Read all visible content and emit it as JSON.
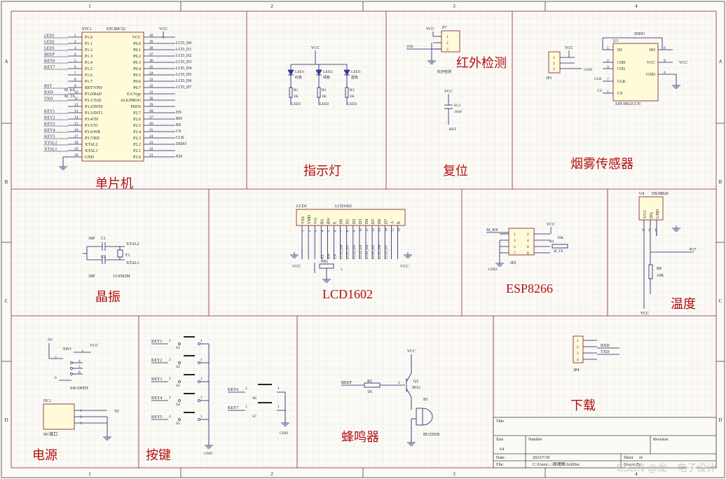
{
  "rulers": {
    "top": [
      "1",
      "2",
      "3",
      "4"
    ],
    "side": [
      "A",
      "B",
      "C",
      "D"
    ]
  },
  "sections": {
    "mcu": "单片机",
    "indicator": "指示灯",
    "reset": "复位",
    "ir": "红外检测",
    "smoke": "烟雾传感器",
    "crystal": "晶振",
    "lcd": "LCD1602",
    "esp": "ESP8266",
    "temp": "温度",
    "power": "电源",
    "keys": "按键",
    "buzzer": "蜂鸣器",
    "download": "下载"
  },
  "mcu": {
    "ref": "STC1",
    "part": "STC89C52",
    "vcc_label": "VCC",
    "left_pins": [
      {
        "num": "1",
        "name": "P1.0",
        "net": "LED1"
      },
      {
        "num": "2",
        "name": "P1.1",
        "net": "LED2"
      },
      {
        "num": "3",
        "name": "P1.2",
        "net": "LED3"
      },
      {
        "num": "4",
        "name": "P1.3",
        "net": "BEEP"
      },
      {
        "num": "5",
        "name": "P1.4",
        "net": "KEY6"
      },
      {
        "num": "6",
        "name": "P1.5",
        "net": "KEY7"
      },
      {
        "num": "7",
        "name": "P1.6",
        "net": ""
      },
      {
        "num": "8",
        "name": "P1.7",
        "net": ""
      },
      {
        "num": "9",
        "name": "RST/VPD",
        "net": "RST"
      },
      {
        "num": "10",
        "name": "P3.0/RxD",
        "net": "RXD"
      },
      {
        "num": "11",
        "name": "P3.1/TxD",
        "net": "TXD"
      },
      {
        "num": "12",
        "name": "P3.2/INT0",
        "net": ""
      },
      {
        "num": "13",
        "name": "P3.3/INT1",
        "net": "KEY1"
      },
      {
        "num": "14",
        "name": "P3.4/T0",
        "net": "KEY2"
      },
      {
        "num": "15",
        "name": "P3.5/T1",
        "net": "KEY3"
      },
      {
        "num": "16",
        "name": "P3.6/WR",
        "net": "KEY4"
      },
      {
        "num": "17",
        "name": "P3.7/RD",
        "net": "KEY5"
      },
      {
        "num": "18",
        "name": "XTAL2",
        "net": "XTAL2"
      },
      {
        "num": "19",
        "name": "XTAL1",
        "net": "XTAL1"
      },
      {
        "num": "20",
        "name": "GND",
        "net": ""
      }
    ],
    "mid_labels": [
      {
        "text": "M_RX"
      },
      {
        "text": "M_TX"
      }
    ],
    "right_pins": [
      {
        "num": "40",
        "name": "VCC",
        "net": ""
      },
      {
        "num": "39",
        "name": "P0.0",
        "net": "LCD_D0"
      },
      {
        "num": "38",
        "name": "P0.1",
        "net": "LCD_D1"
      },
      {
        "num": "37",
        "name": "P0.2",
        "net": "LCD_D2"
      },
      {
        "num": "36",
        "name": "P0.3",
        "net": "LCD_D3"
      },
      {
        "num": "35",
        "name": "P0.4",
        "net": "LCD_D4"
      },
      {
        "num": "34",
        "name": "P0.5",
        "net": "LCD_D5"
      },
      {
        "num": "33",
        "name": "P0.6",
        "net": "LCD_D6"
      },
      {
        "num": "32",
        "name": "P0.7",
        "net": "LCD_D7"
      },
      {
        "num": "31",
        "name": "EA/Vpp",
        "net": ""
      },
      {
        "num": "30",
        "name": "ALE/PROG",
        "net": ""
      },
      {
        "num": "29",
        "name": "PSEN",
        "net": ""
      },
      {
        "num": "28",
        "name": "P2.7",
        "net": "EN"
      },
      {
        "num": "27",
        "name": "P2.6",
        "net": "RW"
      },
      {
        "num": "26",
        "name": "P2.5",
        "net": "RS"
      },
      {
        "num": "25",
        "name": "P2.4",
        "net": "CS"
      },
      {
        "num": "24",
        "name": "P2.3",
        "net": "CLK"
      },
      {
        "num": "23",
        "name": "P2.2",
        "net": "DIDO"
      },
      {
        "num": "22",
        "name": "P2.1",
        "net": ""
      },
      {
        "num": "21",
        "name": "P2.0",
        "net": "P20"
      }
    ]
  },
  "leds": {
    "vcc": "VCC",
    "items": [
      {
        "ref": "LED1",
        "color": "红色",
        "res": "R1",
        "val": "1K",
        "net": "LED1"
      },
      {
        "ref": "LED2",
        "color": "绿色",
        "res": "R2",
        "val": "1K",
        "net": "LED2"
      },
      {
        "ref": "LED3",
        "color": "蓝色",
        "res": "R3",
        "val": "1K",
        "net": "LED3"
      }
    ]
  },
  "reset_block": {
    "p_ref": "P7",
    "vcc": "VCC",
    "net_in": "P20",
    "pins": [
      "1",
      "2",
      "3"
    ],
    "sub": "红外检测",
    "vcc2": "VCC",
    "cap": "EC1",
    "cap_val": "10uF",
    "rst": "RST"
  },
  "adc": {
    "ref": "U1",
    "part": "ADC0832CCN",
    "top_net": "DIDO",
    "left": [
      {
        "num": "5",
        "name": "DI"
      },
      {
        "num": "2",
        "name": "CH0"
      },
      {
        "num": "3",
        "name": "CH1"
      },
      {
        "num": "7",
        "name": "CLK"
      },
      {
        "num": "1",
        "name": "CS"
      }
    ],
    "left_nets": [
      "",
      "",
      "",
      "CLK",
      "CS"
    ],
    "right": [
      {
        "num": "6",
        "name": "DO"
      },
      {
        "num": "8",
        "name": "VCC"
      },
      {
        "num": "4",
        "name": "GND"
      }
    ],
    "vcc": "VCC",
    "vcc2": "VCC",
    "jp": "JP1",
    "jp_pins": [
      "1",
      "2",
      "3"
    ],
    "gnd": "GND"
  },
  "crystal": {
    "c1": "C1",
    "c2": "C2",
    "cap": "30P",
    "y": "Y1",
    "freq": "11.0592M",
    "x2": "XTAL2",
    "x1": "XTAL1"
  },
  "lcd": {
    "ref": "LCD1",
    "part": "LCD1602",
    "pins": [
      "VSS",
      "VDD",
      "VO",
      "RS",
      "RW",
      "E",
      "D0",
      "D1",
      "D2",
      "D3",
      "D4",
      "D5",
      "D6",
      "D7",
      "A",
      "K"
    ],
    "nums": [
      "1",
      "2",
      "3",
      "4",
      "5",
      "6",
      "7",
      "8",
      "9",
      "10",
      "11",
      "12",
      "13",
      "14",
      "15",
      "16"
    ],
    "nets": [
      "",
      "",
      "",
      "RS",
      "RW",
      "EN",
      "LCD_D0",
      "LCD_D1",
      "LCD_D2",
      "LCD_D3",
      "LCD_D4",
      "LCD_D5",
      "LCD_D6",
      "LCD_D7",
      "",
      ""
    ],
    "vcc": "VCC",
    "vcc2": "VCC",
    "pot": "PR1",
    "pot_pin": "1"
  },
  "esp": {
    "ref": "JP2",
    "net": "M_RX",
    "vcc": "VCC",
    "gnd": "GND",
    "pins": [
      "1",
      "3",
      "5",
      "7",
      "2",
      "4",
      "6",
      "8"
    ],
    "r": "R4",
    "r_val": "10K",
    "net2": "M_TX"
  },
  "ds18": {
    "ref": "U4",
    "part": "DS18B20",
    "pins": [
      "VCC",
      "DQ",
      "GND"
    ],
    "nums": [
      "3",
      "2",
      "1"
    ],
    "net": "P17",
    "r": "R8",
    "r_val": "10K",
    "vcc": "VCC"
  },
  "power": {
    "vin": "5V",
    "sw": "SW1",
    "sw_part": "SW-DPDT",
    "vcc": "VCC",
    "pins": [
      "1",
      "2",
      "3",
      "4",
      "5",
      "6"
    ],
    "dc": "DC1",
    "dc_label": "DC接口",
    "dc_pins": [
      "1",
      "2",
      "3"
    ],
    "out": "5V"
  },
  "keys": {
    "left": [
      {
        "net": "KEY1",
        "ref": "S1"
      },
      {
        "net": "KEY2",
        "ref": "S2"
      },
      {
        "net": "KEY3",
        "ref": "S3"
      },
      {
        "net": "KEY4",
        "ref": "S4"
      },
      {
        "net": "KEY5",
        "ref": "S5"
      }
    ],
    "right": [
      {
        "net": "KEY6",
        "ref": "S6"
      },
      {
        "net": "KEY7",
        "ref": "S7"
      }
    ],
    "p1": "1",
    "p2": "2",
    "gnd": "GND"
  },
  "buzzer": {
    "vcc": "VCC",
    "net": "BEEP",
    "r": "R5",
    "r_val": "1K",
    "q": "Q1",
    "q_part": "9012",
    "b": "B1",
    "b_part": "BUZZER",
    "pins": [
      "1",
      "2",
      "3"
    ]
  },
  "download": {
    "ref": "JP4",
    "pins": [
      "1",
      "2",
      "3",
      "4"
    ],
    "nets": [
      "RXD",
      "TXD"
    ]
  },
  "title_block": {
    "title": "Title",
    "size": "Size",
    "size_val": "A4",
    "number": "Number",
    "revision": "Revision",
    "date": "Date:",
    "date_val": "2023/7/30",
    "sheet": "Sheet",
    "of": "of",
    "file": "File:",
    "file_val": "C:\\Users\\...\\原理图.SchDoc",
    "drawn": "Drawn By:"
  },
  "watermark": "CSDN @龙一电子设计"
}
